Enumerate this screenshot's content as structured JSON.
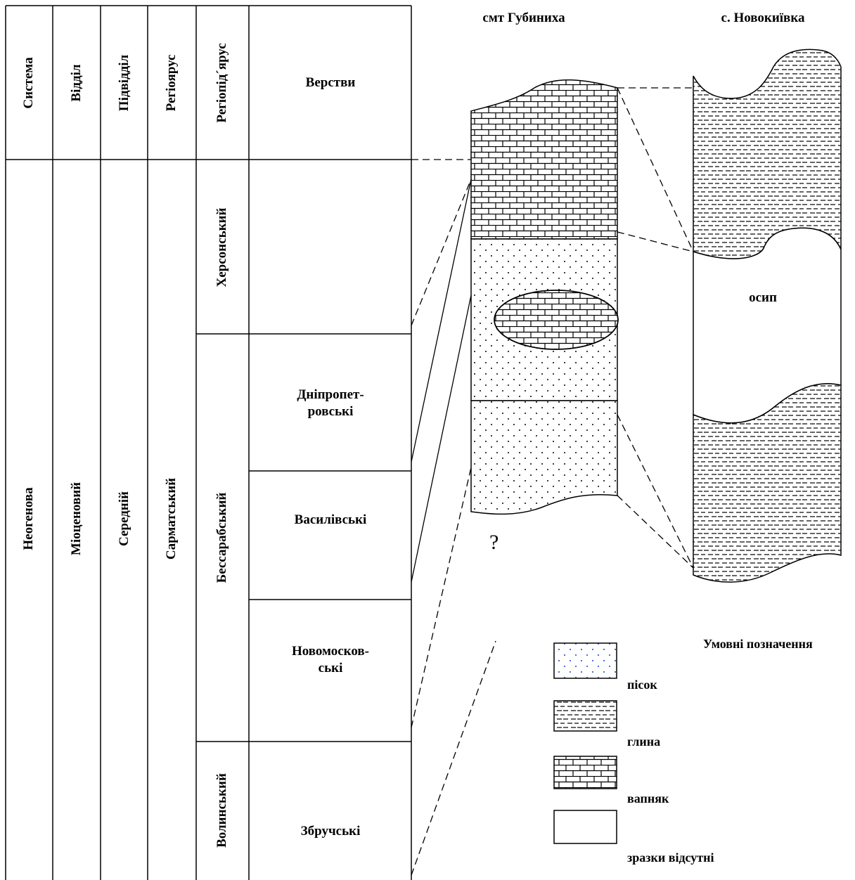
{
  "table": {
    "headers": {
      "system": "Система",
      "department": "Відділ",
      "subdepartment": "Підвідділ",
      "regional_stage": "Регіоярус",
      "regional_substage": "Регіопід´ярус",
      "layers": "Верстви"
    },
    "system": "Неогенова",
    "department": "Міоценовий",
    "subdepartment": "Середній",
    "regional_stage": "Сарматський",
    "substages": [
      "Херсонський",
      "Бессарабський",
      "Волинський"
    ],
    "layers": [
      "Дніпропет-\nровські",
      "Василівські",
      "Новомосков-\nські",
      "Збручські"
    ]
  },
  "sections": {
    "left_title": "смт Губиниха",
    "right_title": "с. Новокиївка",
    "scree_label": "осип",
    "unknown_mark": "?"
  },
  "legend": {
    "title": "Умовні позначення",
    "items": [
      {
        "key": "sand",
        "label": "пісок",
        "pattern": "sand-pattern"
      },
      {
        "key": "clay",
        "label": "глина",
        "pattern": "clay-pattern"
      },
      {
        "key": "limestone",
        "label": "вапняк",
        "pattern": "limestone-pattern"
      },
      {
        "key": "none",
        "label": "зразки відсутні",
        "pattern": "none"
      }
    ]
  },
  "colors": {
    "line": "#000000",
    "background": "#ffffff",
    "legend_sand_dot": "#3a66c8"
  }
}
